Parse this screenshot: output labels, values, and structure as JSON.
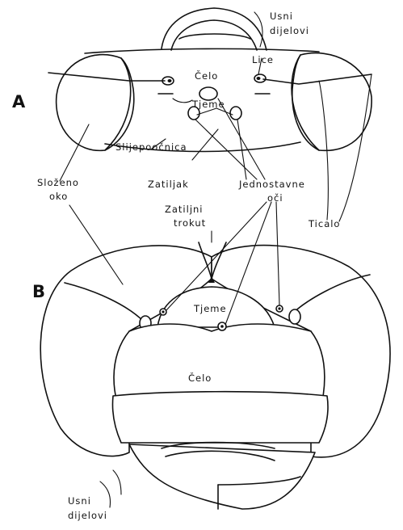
{
  "panels": {
    "a": "A",
    "b": "B"
  },
  "labels": {
    "usni_a_1": "Usni",
    "usni_a_2": "dijelovi",
    "lice": "Lice",
    "celo_a": "Čelo",
    "tjeme_a": "Tjeme",
    "slijepoocnica": "Slijepoočnica",
    "slozeno_1": "Složeno",
    "slozeno_2": "oko",
    "zatiljak": "Zatiljak",
    "jednostavne_1": "Jednostavne",
    "jednostavne_2": "oči",
    "zatiljni_1": "Zatiljni",
    "zatiljni_2": "trokut",
    "ticalo": "Ticalo",
    "tjeme_b": "Tjeme",
    "celo_b": "Čelo",
    "usni_b_1": "Usni",
    "usni_b_2": "dijelovi"
  }
}
